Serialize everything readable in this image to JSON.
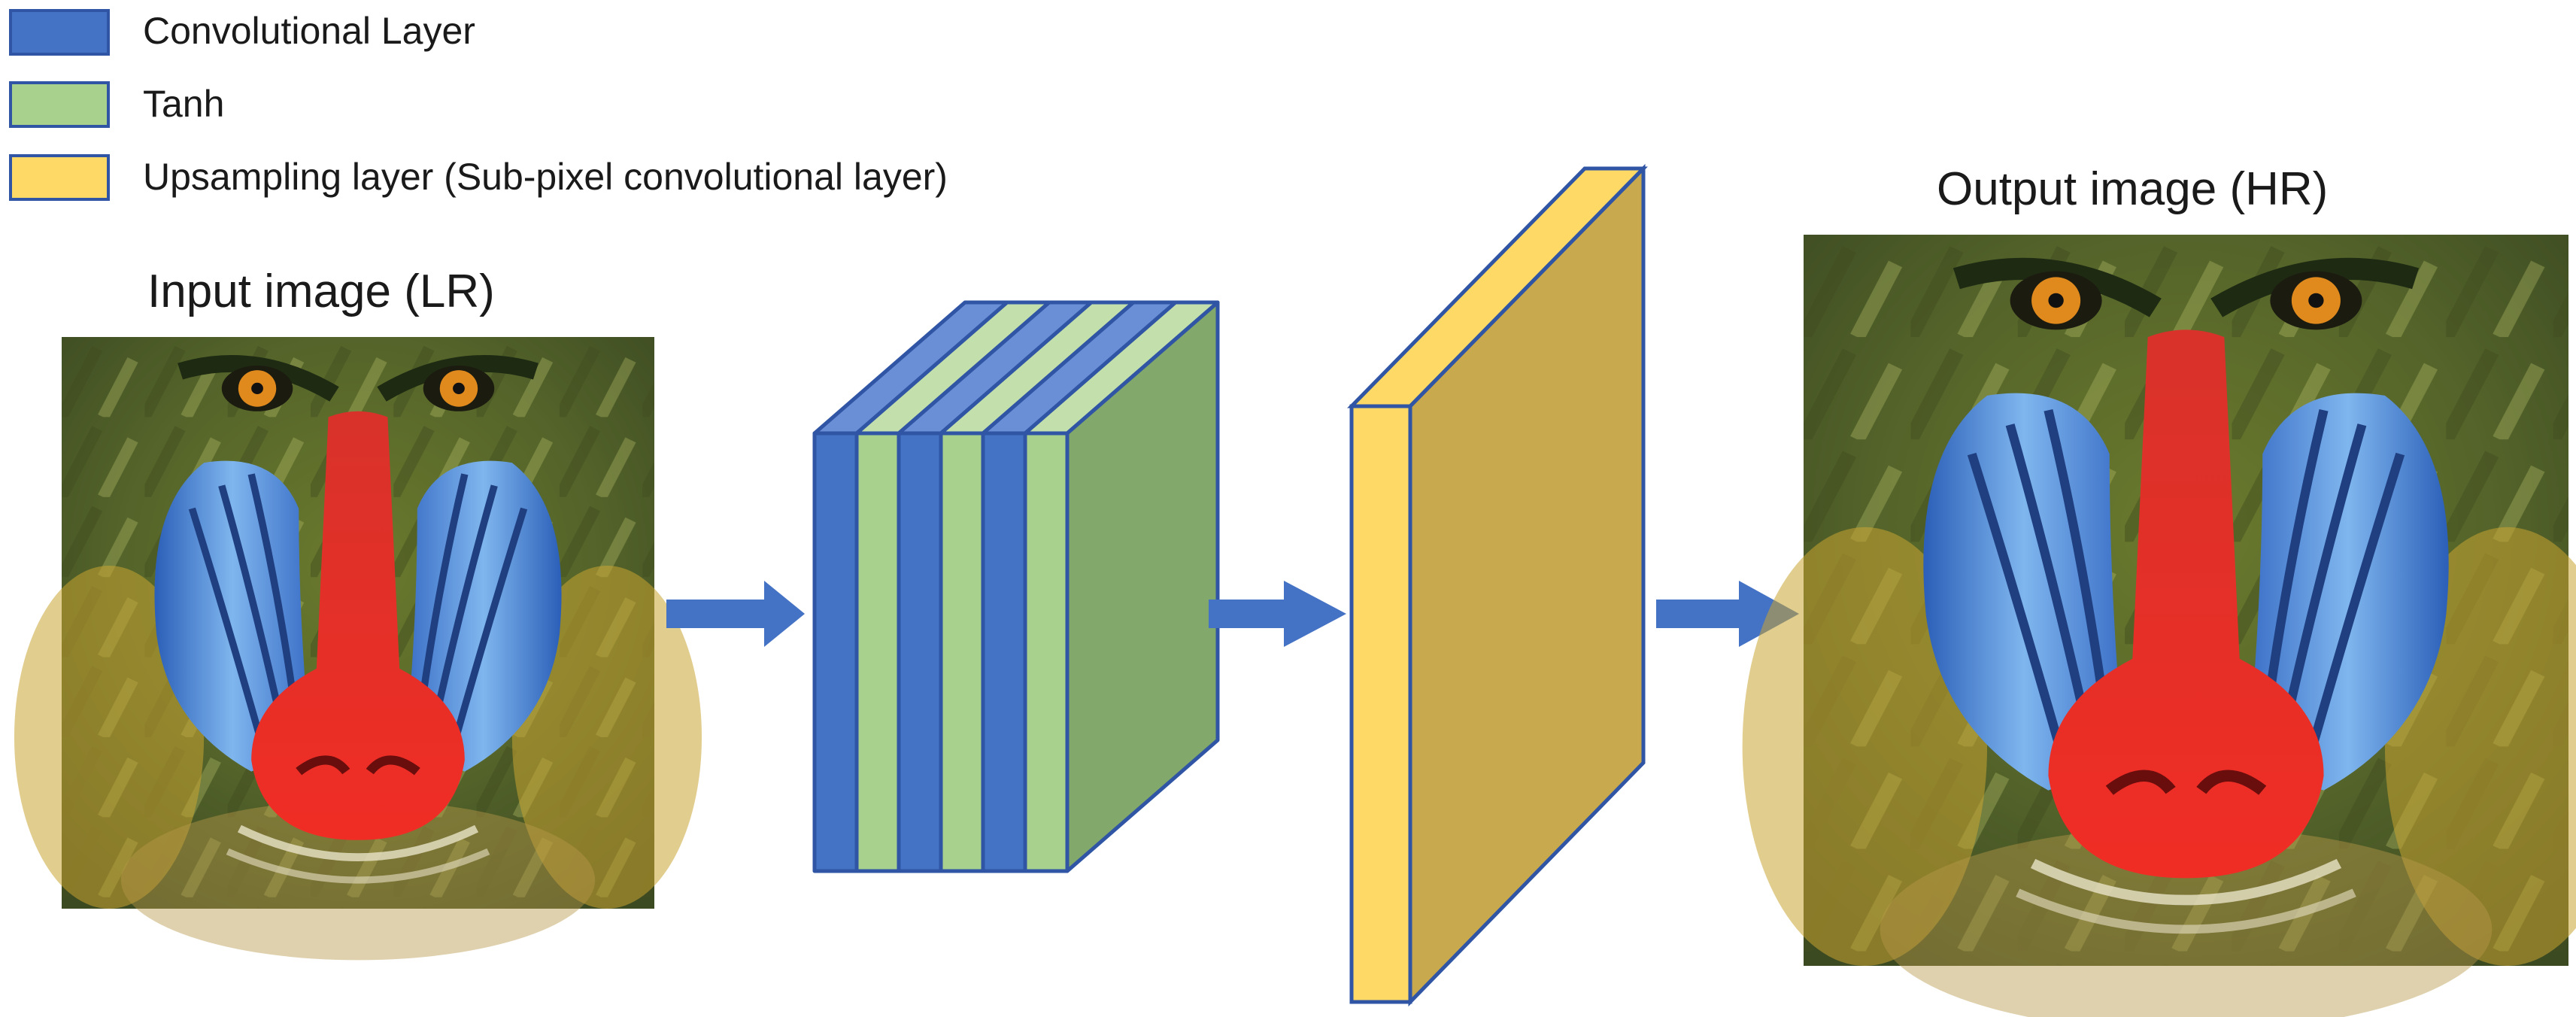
{
  "legend": {
    "items": [
      {
        "label": "Convolutional Layer",
        "color": "#4472C4"
      },
      {
        "label": "Tanh",
        "color": "#A9D18E"
      },
      {
        "label": "Upsampling layer (Sub-pixel convolutional layer)",
        "color": "#FFD966"
      }
    ]
  },
  "input_image": {
    "title": "Input image (LR)"
  },
  "output_image": {
    "title": "Output image (HR)"
  },
  "colors": {
    "conv": "#4472C4",
    "conv_top": "#6A8FD6",
    "tanh": "#A9D18E",
    "tanh_top": "#C3E0AC",
    "block_side": "#82A86B",
    "upsample": "#FFD966",
    "upsample_side": "#C9A94E",
    "stroke": "#2F55A4",
    "arrow": "#4472C4"
  },
  "network": {
    "block_layers": [
      "conv",
      "tanh",
      "conv",
      "tanh",
      "conv",
      "tanh"
    ]
  }
}
